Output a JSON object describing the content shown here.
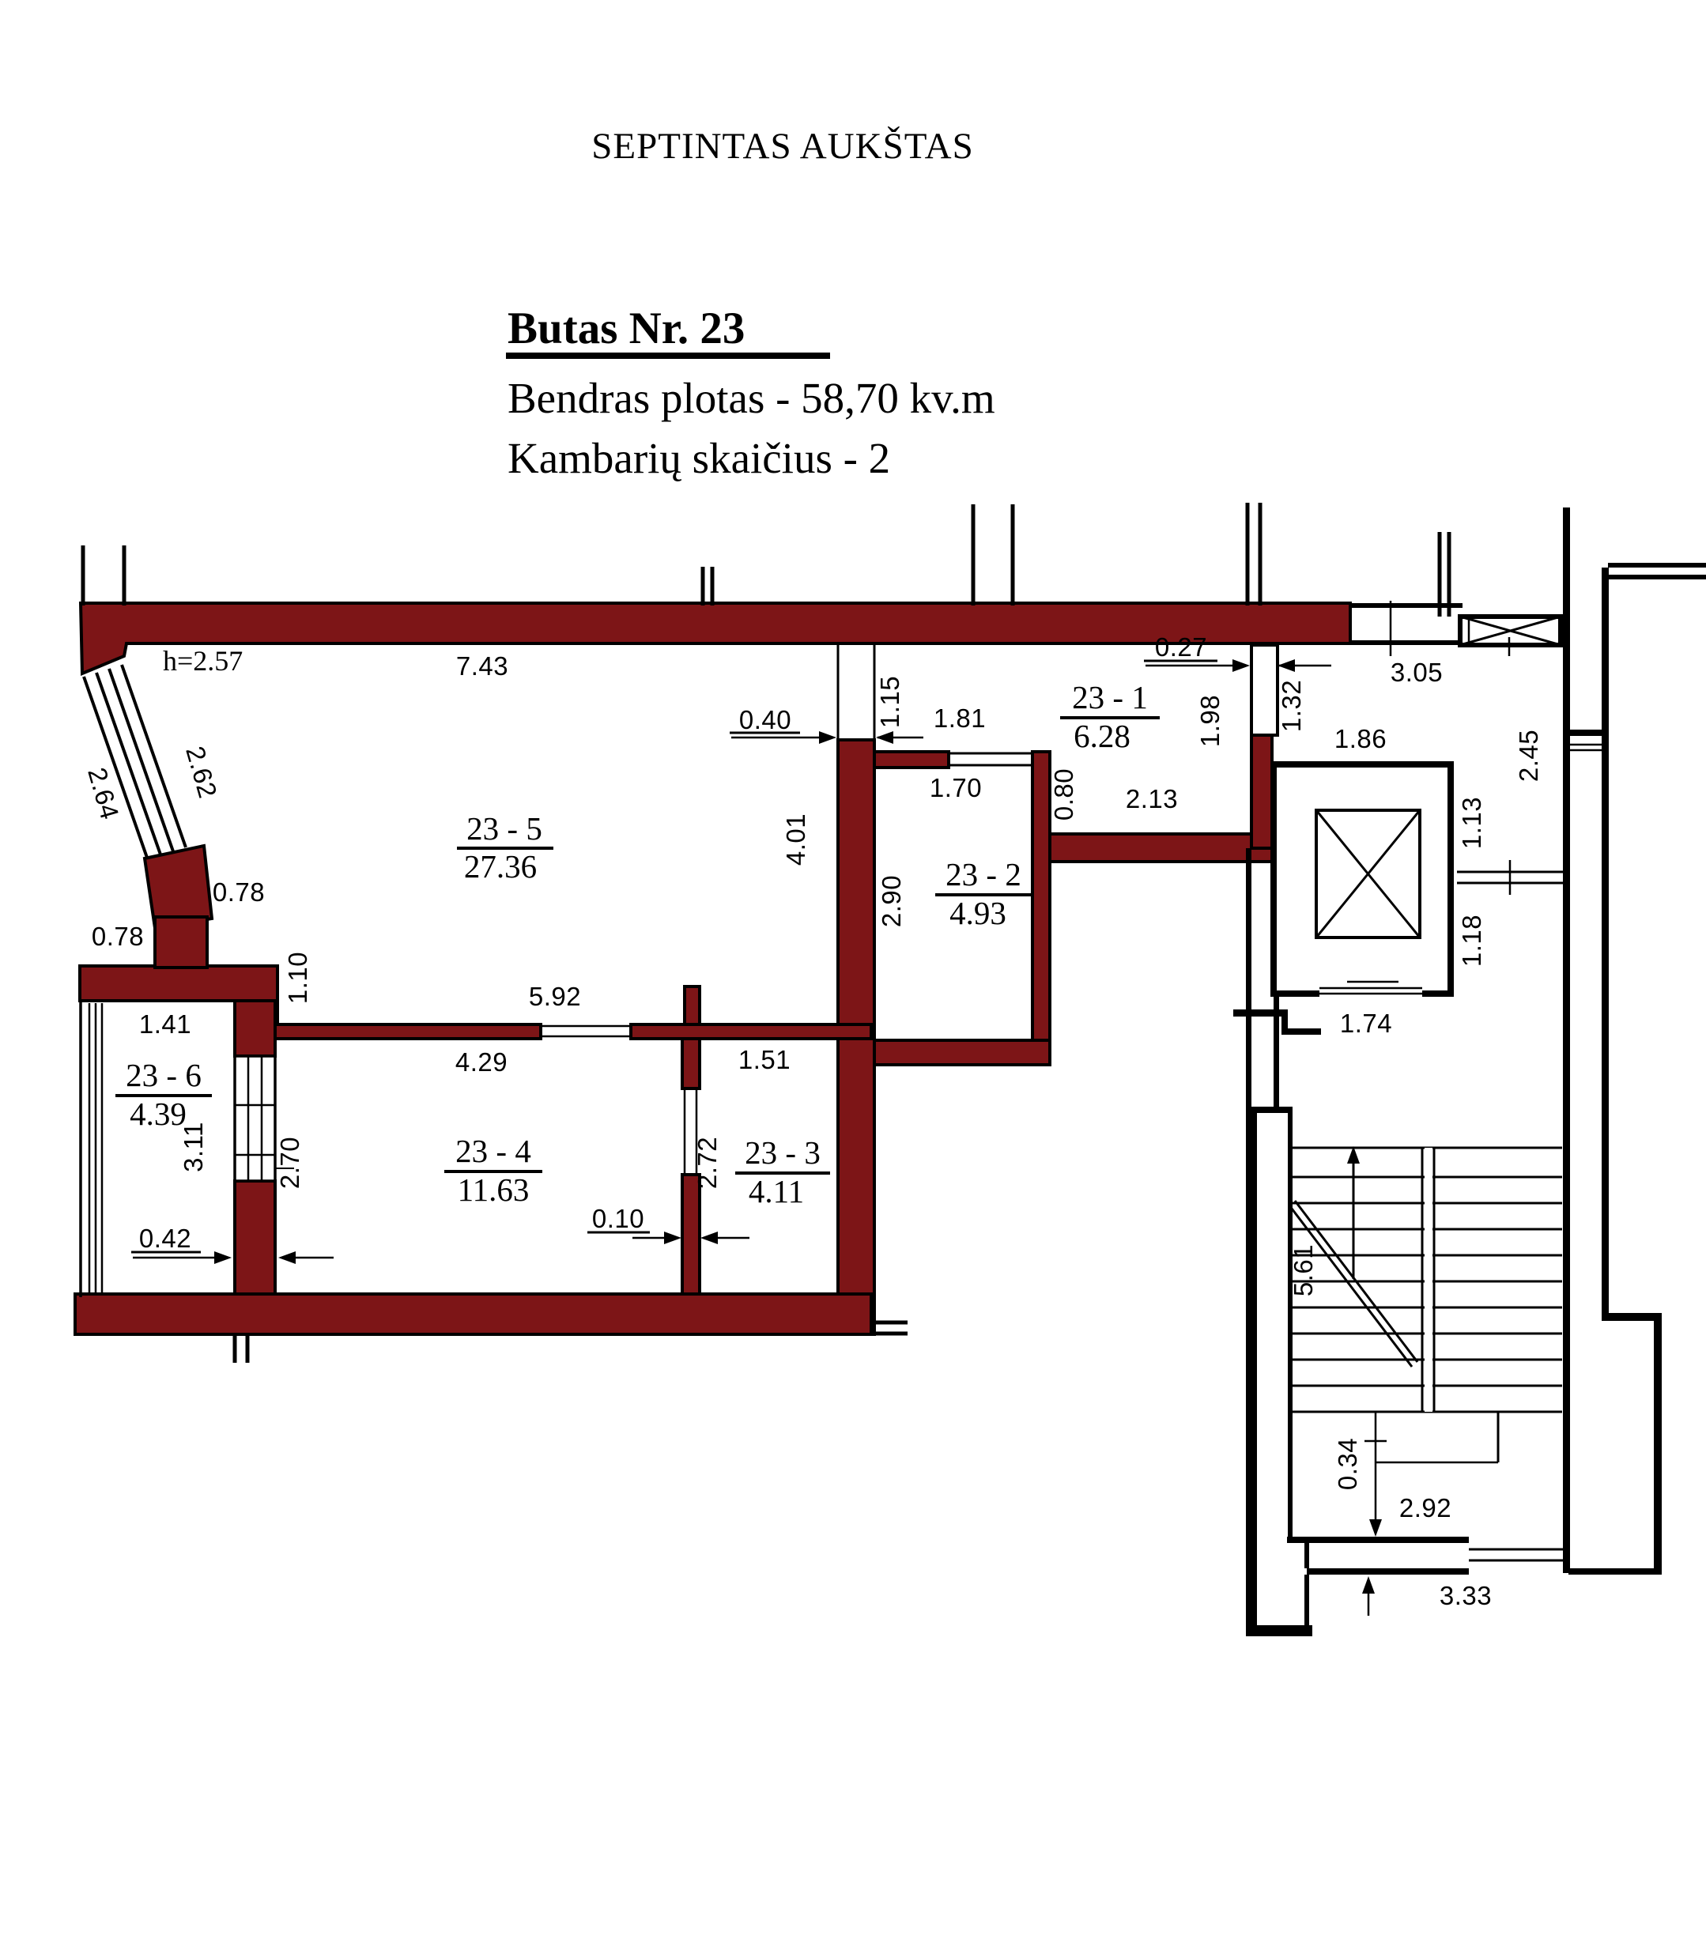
{
  "header": {
    "floor_title": "SEPTINTAS AUKŠTAS"
  },
  "apartment": {
    "name": "Butas Nr. 23",
    "total_area_line": "Bendras plotas - 58,70 kv.m",
    "rooms_count_line": "Kambarių skaičius - 2"
  },
  "rooms": {
    "r1": {
      "id": "23 - 1",
      "area": "6.28"
    },
    "r2": {
      "id": "23 - 2",
      "area": "4.93"
    },
    "r3": {
      "id": "23 - 3",
      "area": "4.11"
    },
    "r4": {
      "id": "23 - 4",
      "area": "11.63"
    },
    "r5": {
      "id": "23 - 5",
      "area": "27.36"
    },
    "r6": {
      "id": "23 - 6",
      "area": "4.39"
    }
  },
  "dimensions": {
    "ceiling_height": "h=2.57",
    "d743": "7.43",
    "d264": "2.64",
    "d262": "2.62",
    "d078a": "0.78",
    "d078b": "0.78",
    "d141": "1.41",
    "d311": "3.11",
    "d042": "0.42",
    "d110": "1.10",
    "d592": "5.92",
    "d429": "4.29",
    "d270": "2.70",
    "d010": "0.10",
    "d272": "2.72",
    "d151": "1.51",
    "d040": "0.40",
    "d115": "1.15",
    "d401": "4.01",
    "d181": "1.81",
    "d170": "1.70",
    "d290": "2.90",
    "d080": "0.80",
    "d213": "2.13",
    "d198": "1.98",
    "d027": "0.27",
    "d132": "1.32",
    "d305": "3.05",
    "d186": "1.86",
    "d245": "2.45",
    "d113": "1.13",
    "d118": "1.18",
    "d174": "1.74",
    "d561": "5.61",
    "d034": "0.34",
    "d292": "2.92",
    "d333": "3.33"
  },
  "colors": {
    "wall": "#7d1517",
    "line": "#000000",
    "background": "#ffffff"
  }
}
